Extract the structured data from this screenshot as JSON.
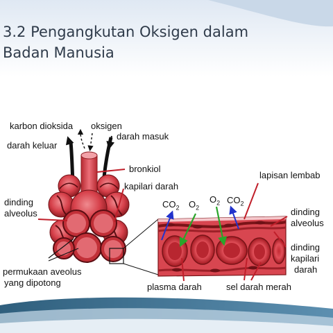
{
  "slide": {
    "title_line1": "3.2 Pengangkutan Oksigen dalam",
    "title_line2": "Badan Manusia"
  },
  "labels": {
    "karbon_dioksida": "karbon dioksida",
    "oksigen": "oksigen",
    "darah_keluar": "darah keluar",
    "darah_masuk": "darah masuk",
    "bronkiol": "bronkiol",
    "kapilari_darah": "kapilari darah",
    "dinding_alveolus_left_1": "dinding",
    "dinding_alveolus_left_2": "alveolus",
    "permukaan_1": "permukaan aveolus",
    "permukaan_2": "yang dipotong",
    "lapisan_lembab": "lapisan lembab",
    "dinding_alveolus_right_1": "dinding",
    "dinding_alveolus_right_2": "alveolus",
    "dinding_kapilari_1": "dinding",
    "dinding_kapilari_2": "kapilari",
    "dinding_kapilari_3": "darah",
    "plasma_darah": "plasma darah",
    "sel_darah_merah": "sel darah merah"
  },
  "symbols": {
    "co2_base": "CO",
    "o2_base": "O",
    "subscript": "2"
  },
  "colors": {
    "tissue_red": "#c9303a",
    "tissue_dark": "#7a1418",
    "tissue_light": "#e8707a",
    "arrow_blue": "#2233cc",
    "arrow_green": "#2aa52a",
    "band_blue": "#3a6c8a"
  }
}
